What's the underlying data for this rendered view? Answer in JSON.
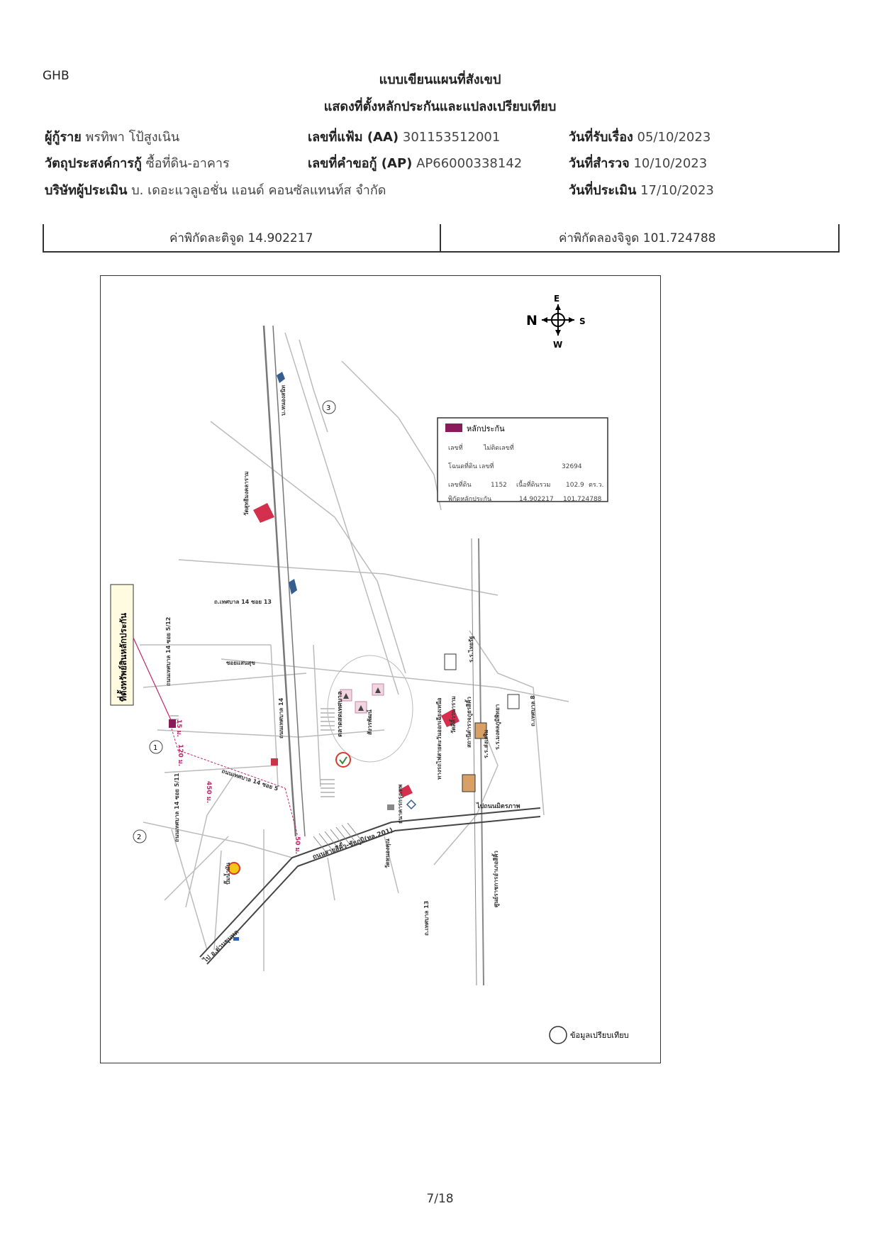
{
  "header": {
    "org_code": "GHB",
    "title": "แบบเขียนแผนที่สังเขป",
    "subtitle": "แสดงที่ตั้งหลักประกันและแปลงเปรียบเทียบ"
  },
  "info": {
    "borrower_label": "ผู้กู้ราย",
    "borrower_value": "พรทิพา โป้สูงเนิน",
    "purpose_label": "วัตถุประสงค์การกู้",
    "purpose_value": "ซื้อที่ดิน-อาคาร",
    "company_label": "บริษัทผู้ประเมิน",
    "company_value": "บ. เดอะแวลูเอชั่น แอนด์ คอนซัลแทนท์ส จำกัด",
    "aa_label": "เลขที่แฟ้ม (AA)",
    "aa_value": "301153512001",
    "ap_label": "เลขที่คำขอกู้ (AP)",
    "ap_value": "AP66000338142",
    "received_label": "วันที่รับเรื่อง",
    "received_value": "05/10/2023",
    "survey_label": "วันที่สำรวจ",
    "survey_value": "10/10/2023",
    "appraise_label": "วันที่ประเมิน",
    "appraise_value": "17/10/2023"
  },
  "coords": {
    "lat_text": "ค่าพิกัดละติจูด 14.902217",
    "lon_text": "ค่าพิกัดลองจิจูด 101.724788"
  },
  "map": {
    "compass": {
      "n": "N",
      "e": "E",
      "s": "S",
      "w": "W"
    },
    "legend": {
      "title": "หลักประกัน",
      "row1_label": "เลขที่",
      "row1_value": "ไม่ติดเลขที่",
      "row2_label": "โฉนดที่ดิน เลขที่",
      "row2_value": "32694",
      "row3_label": "เลขที่ดิน",
      "row3_value1": "1152",
      "row3_label2": "เนื้อที่ดินรวม",
      "row3_value2": "102.9",
      "row3_unit": "ตร.ว.",
      "row4_label": "พิกัดหลักประกัน",
      "row4_value1": "14.902217",
      "row4_value2": "101.724788",
      "swatch_color": "#8b1a5a"
    },
    "site_label": "ที่ตั้งทรัพย์สินหลักประกัน",
    "labels": {
      "nongkhorat": "บ.หนองสนิท",
      "wat_sam": "วัดสุทธิมงคลาราม",
      "soi13": "ถ.เทศบาล 14 ซอย 13",
      "tessaban14_512": "ถนนเทศบาล 14 ซอย 5/12",
      "soi_saensuk": "ซอยแสนสุข",
      "tessaban14": "ถนนเทศบาล 14",
      "tessaban14_511": "ถนนเทศบาล 14 ซอย 5/11",
      "soi5": "ถนนเทศบาล 14 ซอย 5",
      "market": "ตลาดสดเทศบาล",
      "bank": "ธนาคารกรุงเทพ",
      "main_road": "ถนนสายสีคิ้ว-ชัยภูมิ(ทล.201)",
      "to_nong": "ไปถนนมิตรภาพ",
      "to_dan": "ไป อ.ด่านขุนทด",
      "rail": "ทางรถไฟสายตะวันออกเฉียงเหนือ",
      "wat_si": "วัดสีคิ้ววนาราม",
      "school": "ร.ร.ไทยรัฐ",
      "station": "สถานีตำรวจภูธรสีคิ้ว",
      "hospital": "ร.ร.มงคลภูมิพิทยา",
      "gov": "ศูนย์ราชการอำเภอสีคิ้ว",
      "pump": "ปั๊มน้ำมัน",
      "tessaban13": "ถ.เทศบาล 13",
      "tessaban8": "ถ.เทศบาล 8",
      "wat_nong": "วัดหนองคุณ",
      "pd": "ร.ร.ส่งเสริม",
      "sidewalk": "สังวรพัฒน์",
      "d15": "15 ม.",
      "d120": "120 ม.",
      "d450": "450 ม.",
      "d50": "50 ม.",
      "n1": "1",
      "n2": "2",
      "n3": "3",
      "compare_label": "ข้อมูลเปรียบเทียบ"
    }
  },
  "footer": {
    "page": "7/18"
  }
}
